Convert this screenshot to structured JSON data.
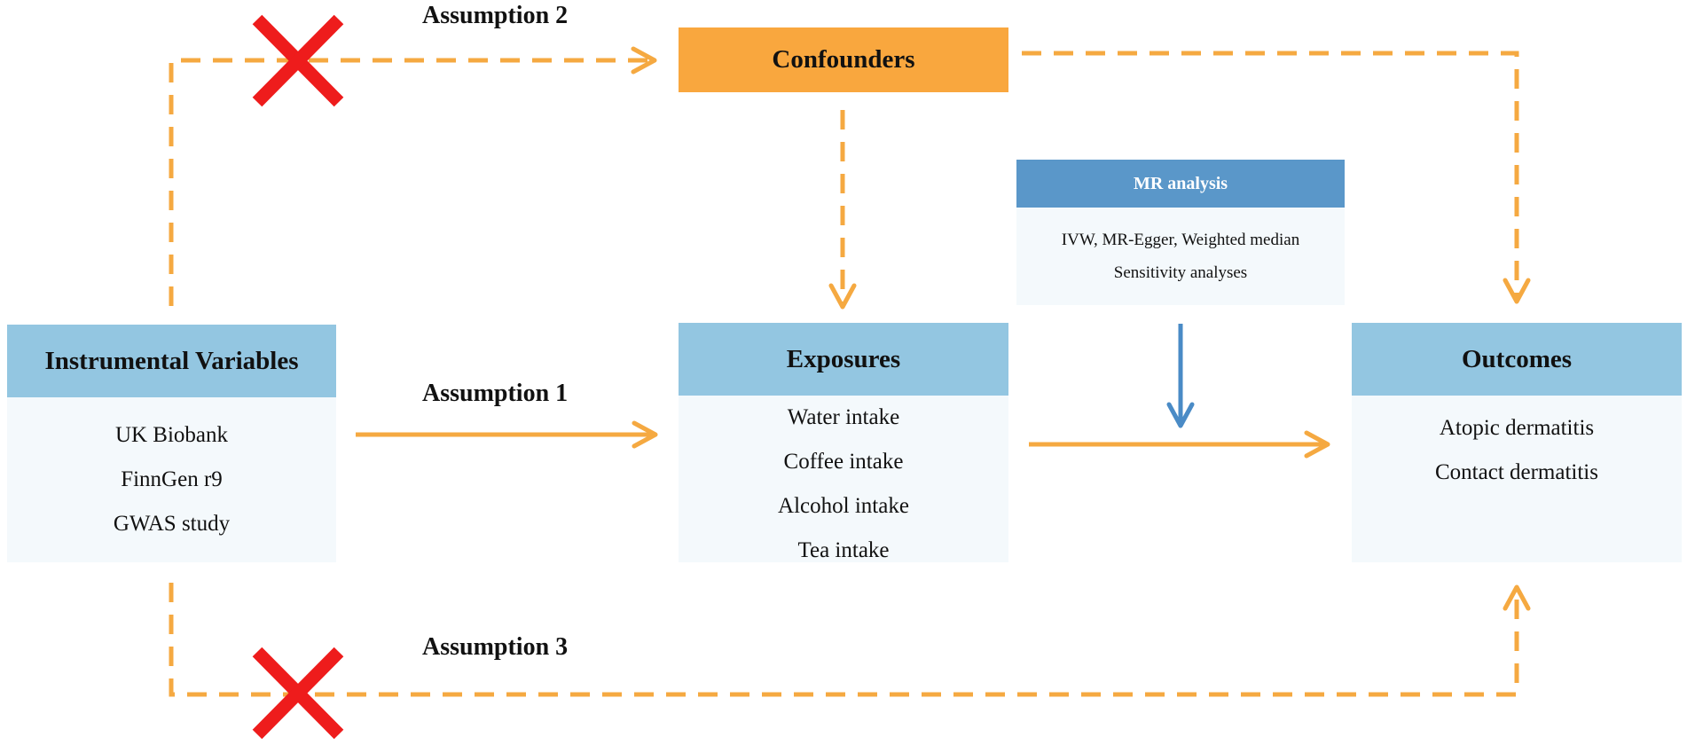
{
  "colors": {
    "arrow": "#F5A941",
    "confounder_fill": "#F9A73E",
    "header_fill": "#93C6E1",
    "mr_header_fill": "#5A97C9",
    "body_fill": "#F4F9FC",
    "cross": "#EE1C1C",
    "mr_arrow": "#4A8BC6"
  },
  "assumptions": {
    "a1": "Assumption 1",
    "a2": "Assumption 2",
    "a3": "Assumption 3"
  },
  "confounders": {
    "title": "Confounders"
  },
  "instrumental": {
    "title": "Instrumental Variables",
    "items": [
      "UK Biobank",
      "FinnGen r9",
      "GWAS study"
    ]
  },
  "exposures": {
    "title": "Exposures",
    "items": [
      "Water intake",
      "Coffee intake",
      "Alcohol intake",
      "Tea intake"
    ]
  },
  "outcomes": {
    "title": "Outcomes",
    "items": [
      "Atopic dermatitis",
      "Contact dermatitis"
    ]
  },
  "mr": {
    "title": "MR analysis",
    "items": [
      "IVW, MR-Egger, Weighted median",
      "Sensitivity analyses"
    ]
  },
  "icons": {
    "violation_a2": "cross-icon",
    "violation_a3": "cross-icon"
  }
}
